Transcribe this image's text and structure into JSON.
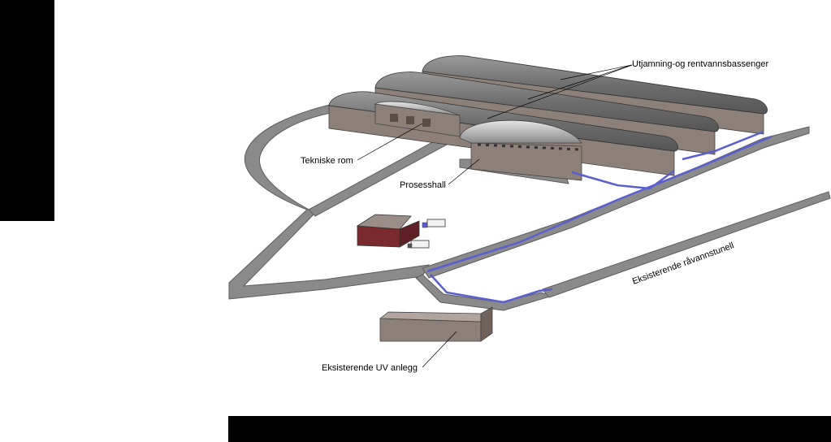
{
  "labels": {
    "basins": "Utjamning-og rentvannsbassenger",
    "technical_rooms": "Tekniske rom",
    "process_hall": "Prosesshall",
    "raw_water_tunnel": "Eksisterende råvannstunell",
    "uv_plant": "Eksisterende UV anlegg"
  },
  "colors": {
    "frame_black": "#000000",
    "road": "#8a8a8a",
    "road_edge": "#5e5e5e",
    "building_wall": "#8d8078",
    "building_roof": "#7a7a7a",
    "pipe": "#5a5fd0",
    "house_red": "#7a2a2e"
  }
}
